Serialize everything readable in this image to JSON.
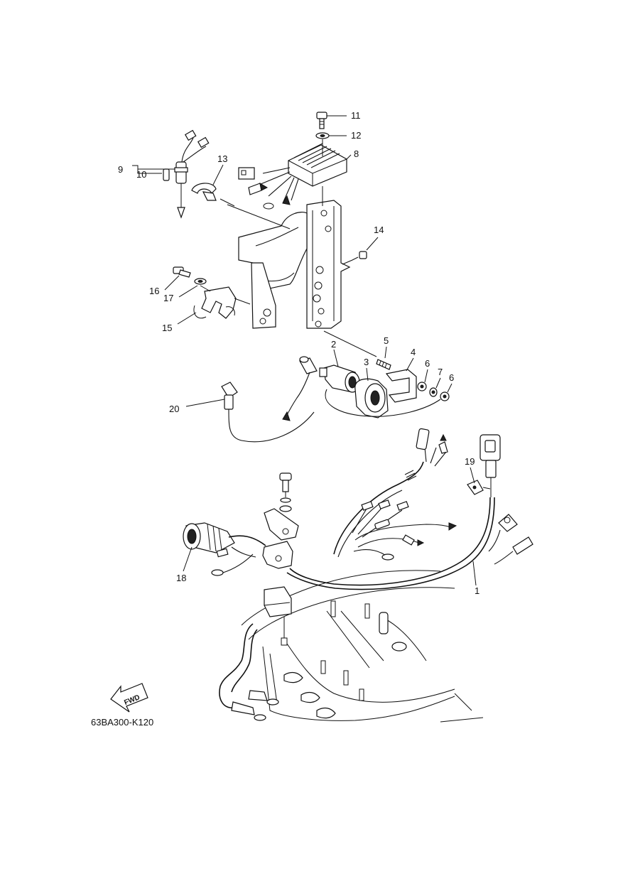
{
  "diagram": {
    "code": "63BA300-K120",
    "fwd_label": "FWD",
    "callouts": [
      "1",
      "2",
      "3",
      "4",
      "5",
      "6",
      "6",
      "7",
      "8",
      "9",
      "10",
      "11",
      "12",
      "13",
      "14",
      "15",
      "16",
      "17",
      "18",
      "19",
      "20"
    ]
  }
}
